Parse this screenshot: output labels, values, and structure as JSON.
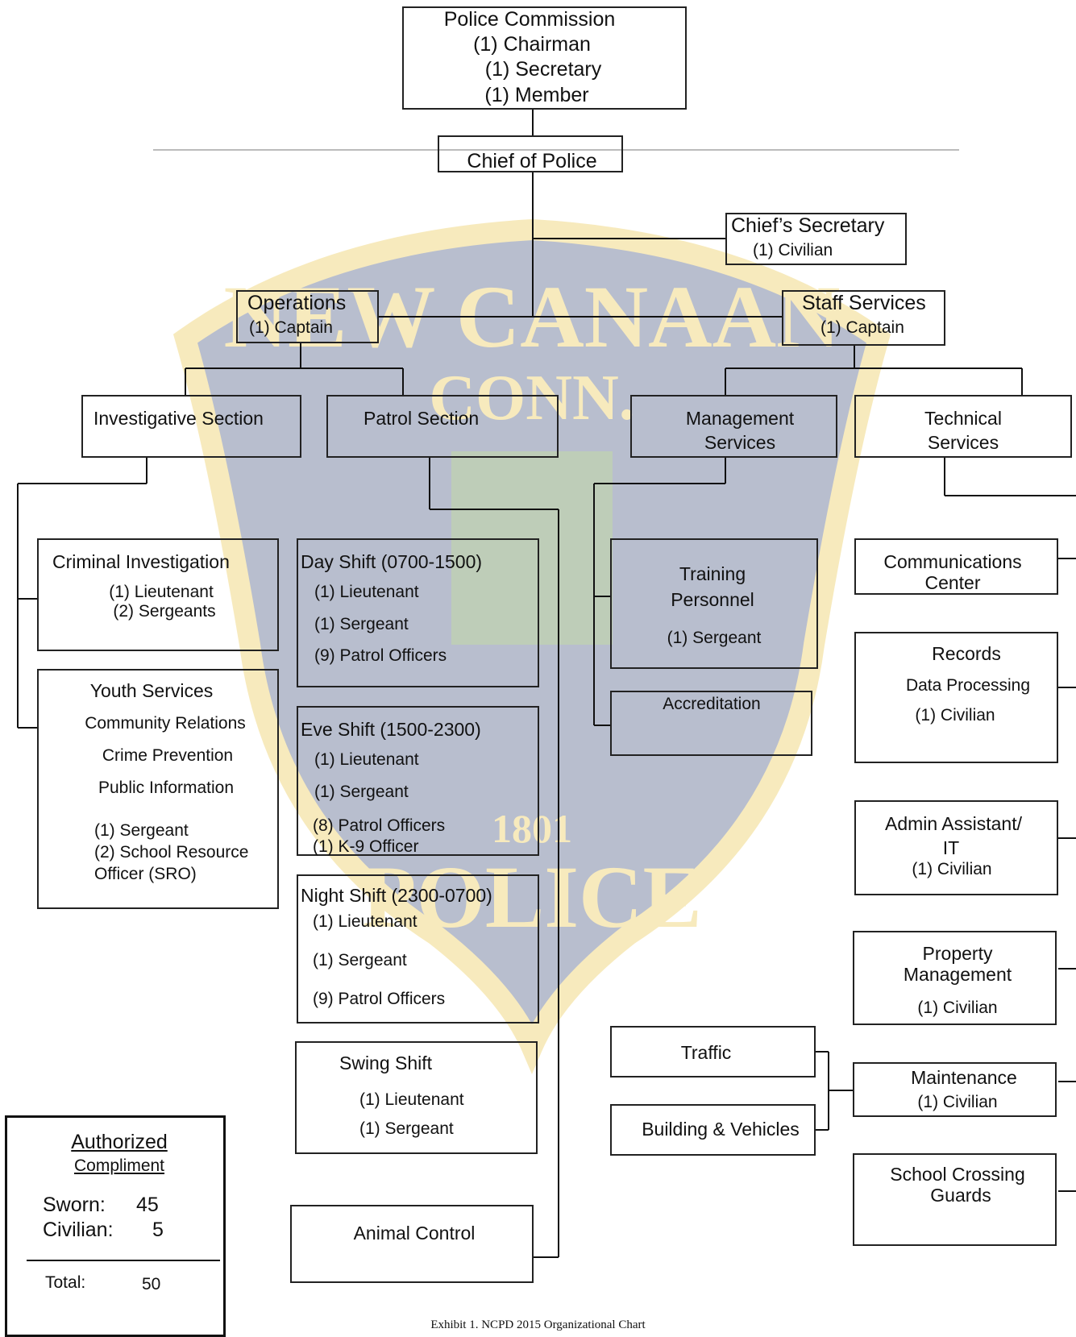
{
  "commission": {
    "title": "Police Commission",
    "lines": [
      "(1) Chairman",
      "(1) Secretary",
      "(1) Member"
    ]
  },
  "chief": {
    "title": "Chief of Police"
  },
  "chief_secretary": {
    "title": "Chief’s Secretary",
    "line": "(1) Civilian"
  },
  "operations": {
    "title": "Operations",
    "line": "(1) Captain"
  },
  "staff_services": {
    "title": "Staff Services",
    "line": "(1) Captain"
  },
  "investigative": {
    "title": "Investigative Section"
  },
  "patrol": {
    "title": "Patrol Section"
  },
  "management": {
    "title_1": "Management",
    "title_2": "Services"
  },
  "technical": {
    "title_1": "Technical",
    "title_2": "Services"
  },
  "criminal": {
    "title": "Criminal Investigation",
    "lines": [
      "(1) Lieutenant",
      "(2) Sergeants"
    ]
  },
  "youth": {
    "title": "Youth Services",
    "lines": [
      "Community Relations",
      "Crime Prevention",
      "Public Information",
      "(1) Sergeant",
      "(2) School Resource",
      "Officer (SRO)"
    ]
  },
  "day_shift": {
    "title": "Day Shift (0700-1500)",
    "lines": [
      "(1)  Lieutenant",
      "(1)  Sergeant",
      "(9) Patrol Officers"
    ]
  },
  "eve_shift": {
    "title": "Eve Shift (1500-2300)",
    "lines": [
      "(1)  Lieutenant",
      "(1)  Sergeant",
      "(8) Patrol Officers",
      "(1) K-9 Officer"
    ]
  },
  "night_shift": {
    "title": "Night Shift (2300-0700)",
    "lines": [
      "(1) Lieutenant",
      "(1) Sergeant",
      "(9) Patrol Officers"
    ]
  },
  "swing_shift": {
    "title": "Swing Shift",
    "lines": [
      "(1) Lieutenant",
      "(1) Sergeant"
    ]
  },
  "animal_control": {
    "title": "Animal Control"
  },
  "training": {
    "title_1": "Training",
    "title_2": "Personnel",
    "line": "(1) Sergeant"
  },
  "accreditation": {
    "title": "Accreditation"
  },
  "communications": {
    "title_1": "Communications",
    "title_2": "Center"
  },
  "records": {
    "title": "Records",
    "lines": [
      "Data Processing",
      "(1) Civilian"
    ]
  },
  "admin": {
    "title_1": "Admin Assistant/",
    "title_2": "IT",
    "line": "(1) Civilian"
  },
  "property": {
    "title_1": "Property",
    "title_2": "Management",
    "line": "(1) Civilian"
  },
  "traffic": {
    "title": "Traffic"
  },
  "building": {
    "title": "Building & Vehicles"
  },
  "maintenance": {
    "title": "Maintenance",
    "line": "(1) Civilian"
  },
  "crossing": {
    "title_1": "School Crossing",
    "title_2": "Guards"
  },
  "authorized": {
    "title": "Authorized",
    "subtitle": "Compliment",
    "sworn_label": "Sworn:",
    "sworn": "45",
    "civilian_label": "Civilian:",
    "civilian": "5",
    "total_label": "Total:",
    "total": "50"
  },
  "caption": "Exhibit 1.  NCPD 2015 Organizational Chart",
  "watermark": {
    "text_top": "NEW CANAAN",
    "text_mid": "CONN.",
    "text_year": "1801",
    "text_bottom": "POLICE",
    "colors": {
      "shield": "#2a3c6e",
      "gold": "#e8c23a",
      "green": "#3d6b2a"
    }
  }
}
